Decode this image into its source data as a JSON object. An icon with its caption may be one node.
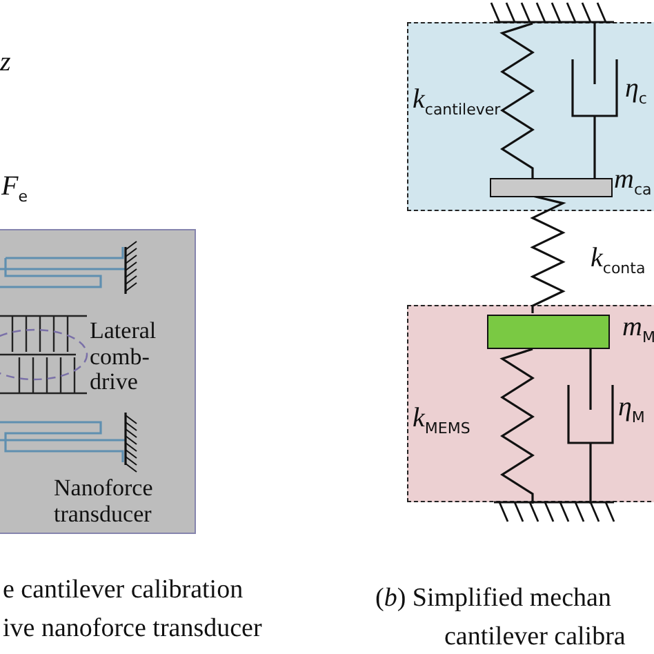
{
  "diagram": {
    "nodes": [
      {
        "text": [
          "Lateral comb-drive",
          "Nanoforce transducer"
        ]
      },
      {
        "text": [
          "k$_{cantilever}$",
          "η$_{c}$",
          "m$_{ca}$"
        ]
      },
      {
        "text": [],
        "shape": "box",
        "in": 1
      },
      {
        "text": [
          "m$_{M}$",
          "k$_{MEMS}$",
          "η$_{M}$"
        ]
      },
      {
        "text": [],
        "shape": "box",
        "in": 3
      }
    ],
    "edges": [
      {
        "from": 2,
        "to": 4,
        "arrow": "none",
        "label": "k$_{conta}$"
      }
    ],
    "labels": [
      "z",
      "F$_{e}$",
      "e cantilever calibration",
      "ive nanoforce transducer",
      "(*b*) Simplified  mechan",
      "cantilever calibra"
    ]
  }
}
